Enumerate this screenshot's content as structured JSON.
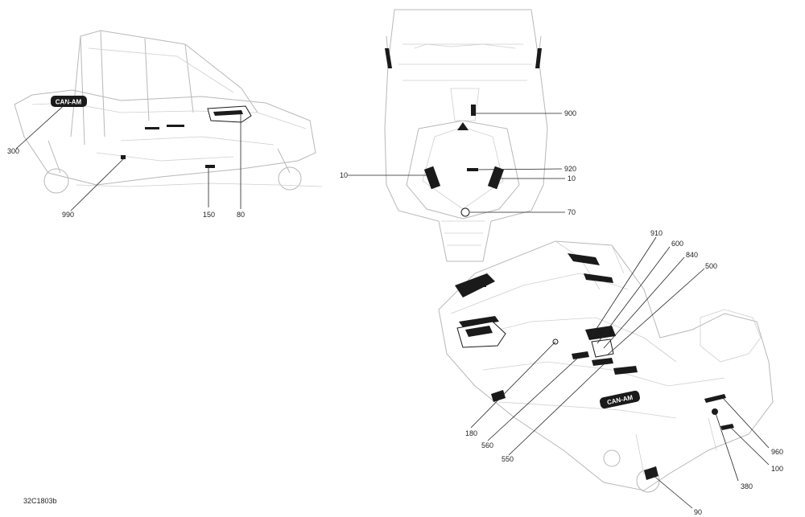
{
  "figure_code": "32C1803b",
  "views": {
    "side": {
      "callouts": [
        "300",
        "990",
        "150",
        "80"
      ],
      "brand_decal": "CAN-AM"
    },
    "top": {
      "callouts": [
        "900",
        "10",
        "920",
        "10",
        "70"
      ]
    },
    "iso": {
      "callouts": [
        "910",
        "600",
        "840",
        "500",
        "180",
        "560",
        "550",
        "960",
        "100",
        "380",
        "90"
      ],
      "brand_decal": "CAN-AM"
    }
  }
}
